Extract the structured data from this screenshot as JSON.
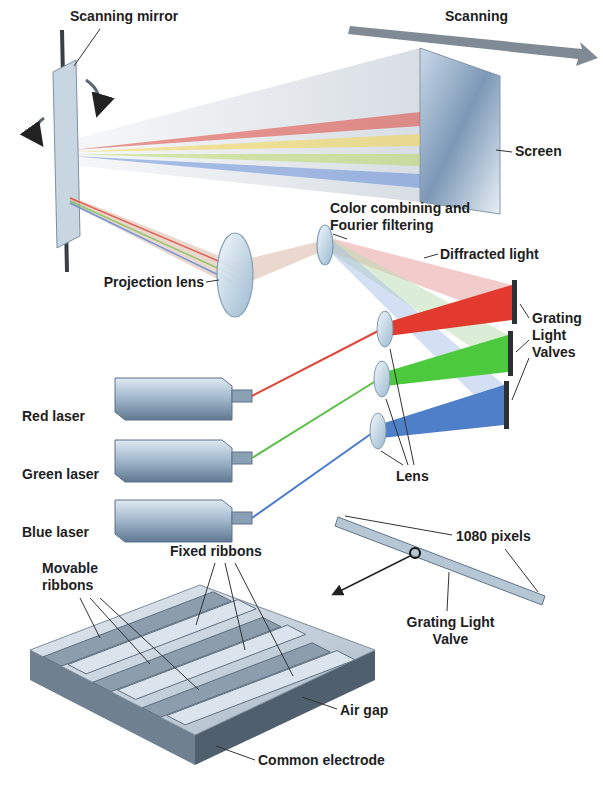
{
  "diagram": {
    "labels": [
      "Scanning",
      "Scanning mirror",
      "Screen",
      "Color combining and Fourier filtering",
      "Diffracted light",
      "Projection lens",
      "Grating Light Valves",
      "Red laser",
      "Green laser",
      "Blue laser",
      "Lens",
      "1080 pixels",
      "Fixed ribbons",
      "Movable ribbons",
      "Grating Light Valve",
      "Air gap",
      "Common electrode"
    ]
  }
}
